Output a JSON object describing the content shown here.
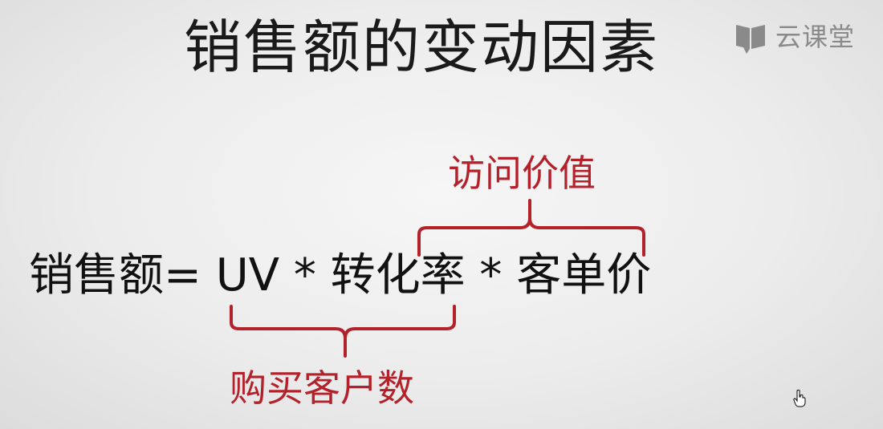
{
  "slide": {
    "title": "销售额的变动因素",
    "formula": "销售额= UV * 转化率 * 客单价",
    "annotations": {
      "top": "访问价值",
      "bottom": "购买客户数"
    }
  },
  "logo": {
    "text": "云课堂",
    "icon": "book-icon"
  },
  "colors": {
    "annotation": "#b3222b",
    "text": "#111111",
    "logo": "#8a8a8a"
  }
}
